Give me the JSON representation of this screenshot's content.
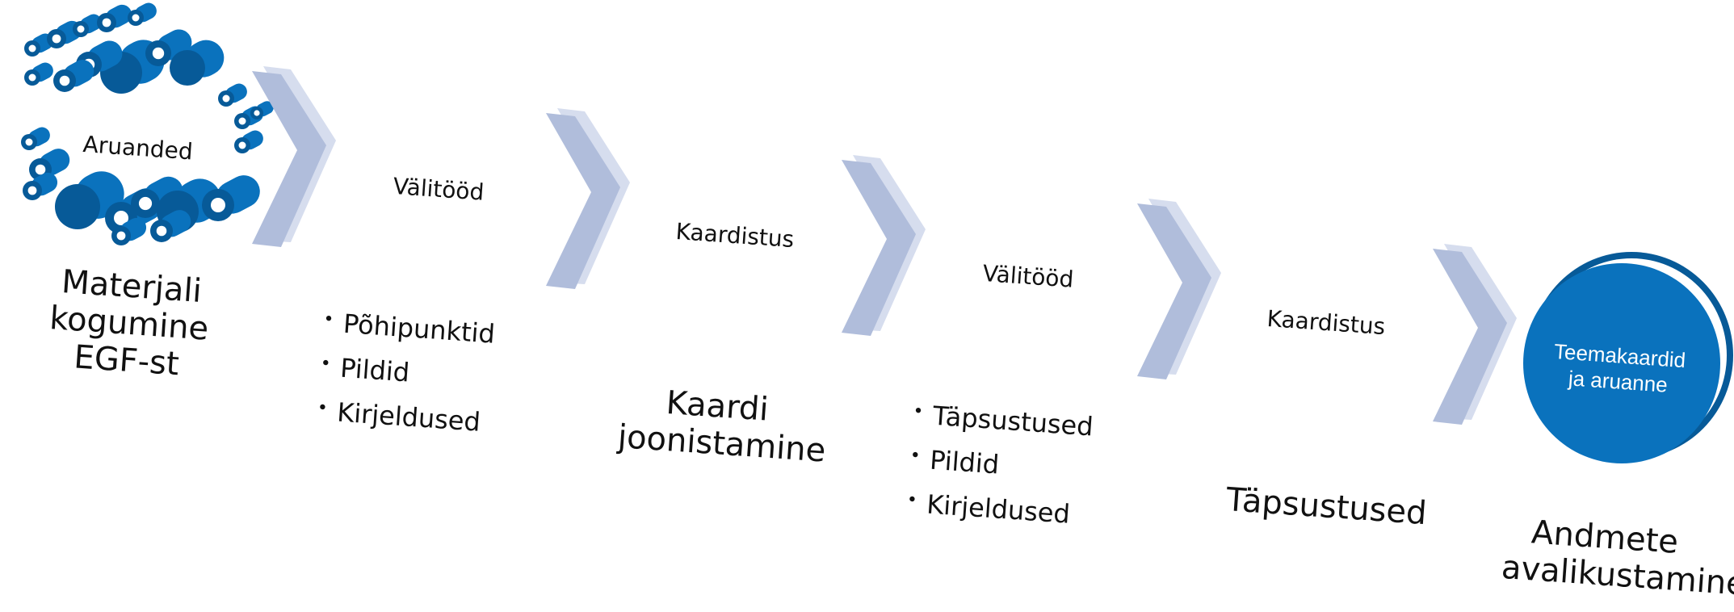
{
  "colors": {
    "chevron_face": "#b0bddb",
    "chevron_side": "#d6ddee",
    "blue": "#0a72bd",
    "blue_dark": "#075a98"
  },
  "icons": {
    "cluster": "pipe-cluster-icon",
    "chevron": "chevron-right-icon",
    "circle": "disc-icon"
  },
  "cluster_label": "Aruanded",
  "steps": [
    {
      "title": "Materjali kogumine EGF-st"
    },
    {
      "label": "Välitööd",
      "bullets": [
        "Põhipunktid",
        "Pildid",
        "Kirjeldused"
      ]
    },
    {
      "label": "Kaardistus",
      "title": "Kaardi joonistamine"
    },
    {
      "label": "Välitööd",
      "bullets": [
        "Täpsustused",
        "Pildid",
        "Kirjeldused"
      ]
    },
    {
      "label": "Kaardistus",
      "title": "Täpsustused"
    },
    {
      "circle_label": "Teemakaardid ja aruanne",
      "title": "Andmete avalikustamine"
    }
  ]
}
